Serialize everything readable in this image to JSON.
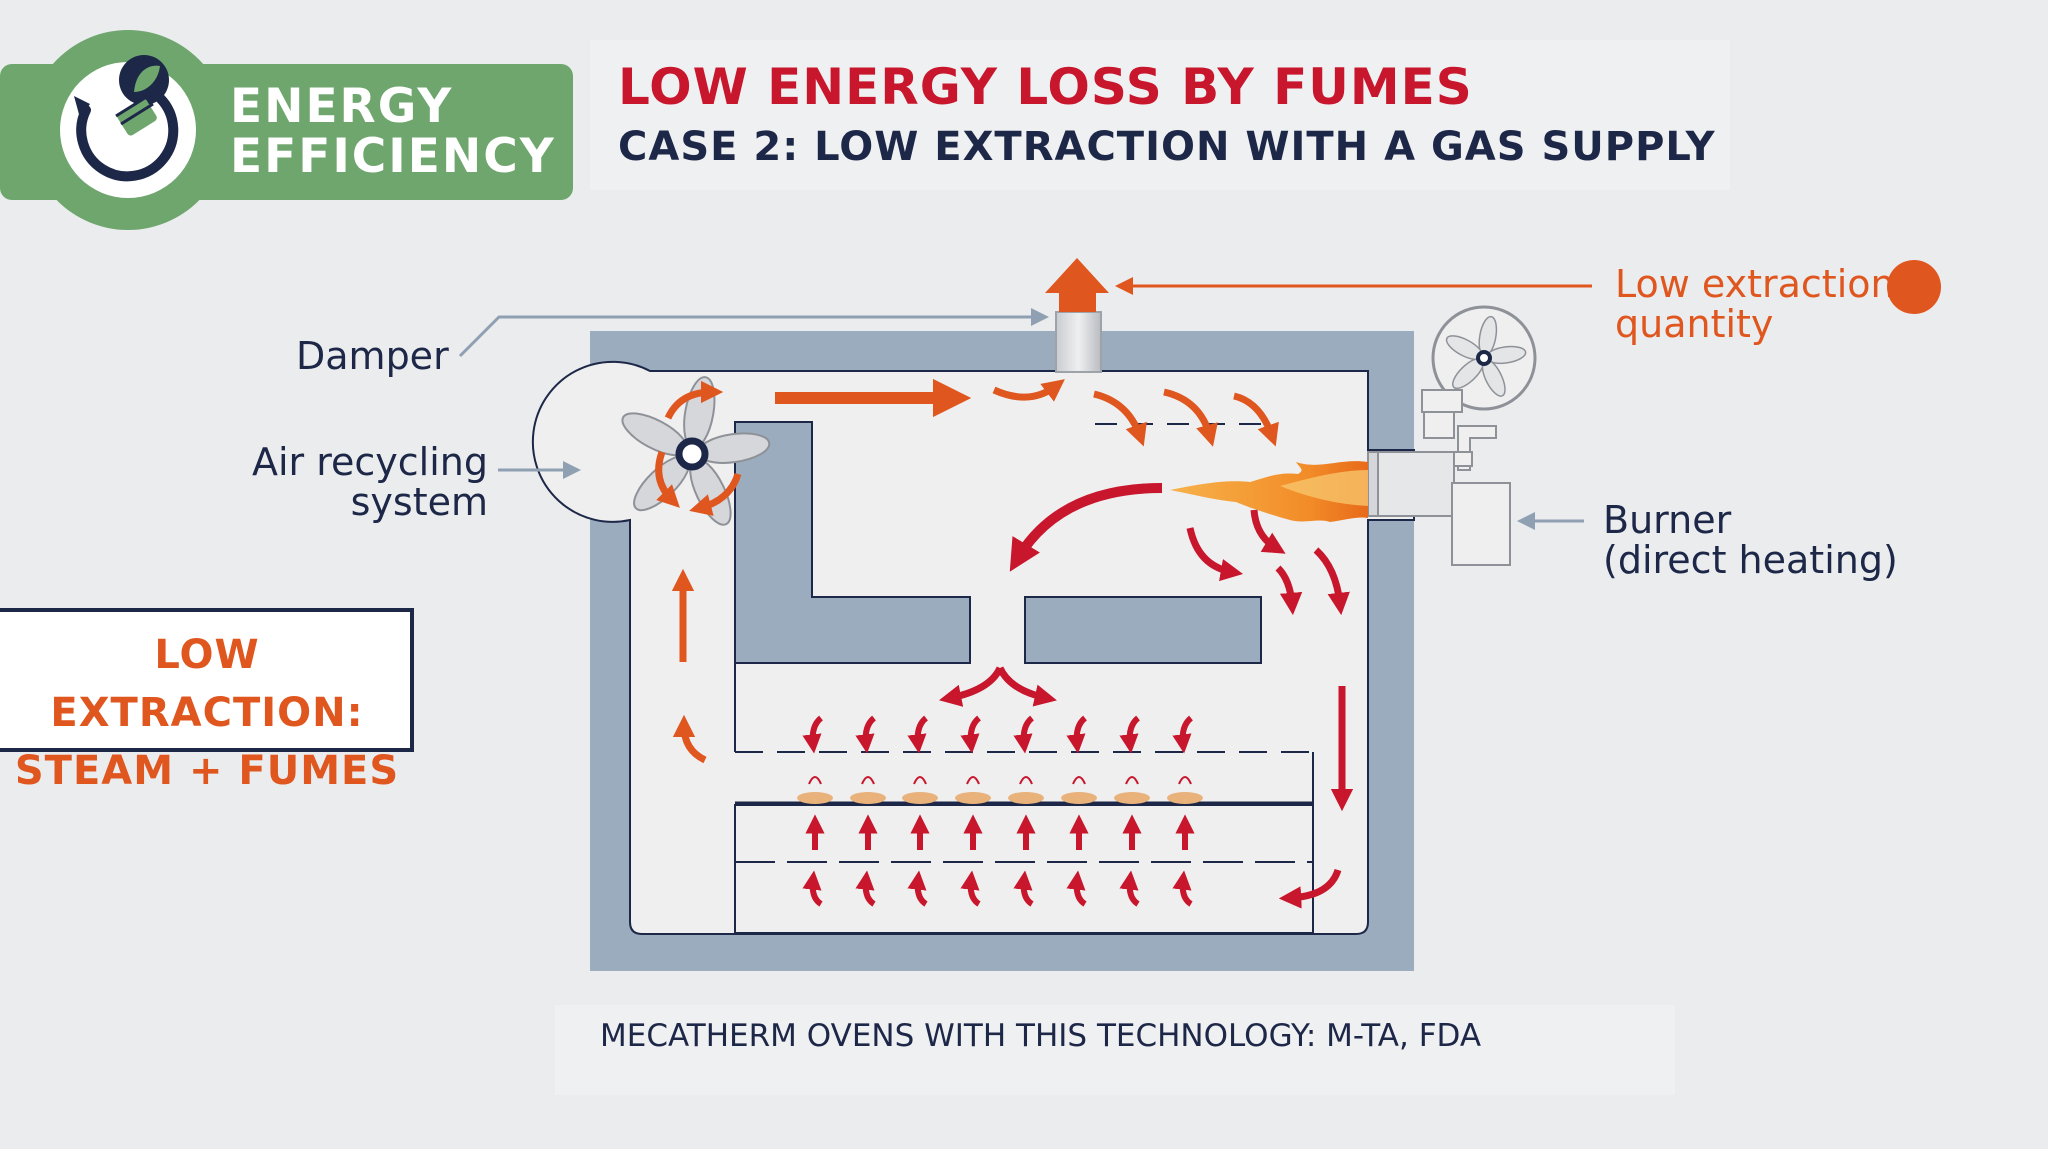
{
  "badge": {
    "line1": "ENERGY",
    "line2": "EFFICIENCY",
    "icon": "lightbulb-leaf-icon",
    "color": "#6ea66e"
  },
  "title": "LOW ENERGY LOSS BY FUMES",
  "subtitle": "CASE 2: LOW EXTRACTION WITH A GAS SUPPLY",
  "side_box": {
    "line1": "LOW EXTRACTION:",
    "line2": "STEAM + FUMES"
  },
  "labels": {
    "damper": "Damper",
    "air_line1": "Air recycling",
    "air_line2": "system",
    "burner_line1": "Burner",
    "burner_line2": "(direct heating)",
    "extraction_line1": "Low extraction",
    "extraction_line2": "quantity"
  },
  "footer": "MECATHERM OVENS WITH THIS TECHNOLOGY: M-TA, FDA",
  "colors": {
    "navy": "#1d2747",
    "red": "#c8162c",
    "orange": "#e0561f",
    "oven_wall": "#9aacbd",
    "gray_arrow": "#8fa0b2",
    "flame": "#f58a1f"
  }
}
